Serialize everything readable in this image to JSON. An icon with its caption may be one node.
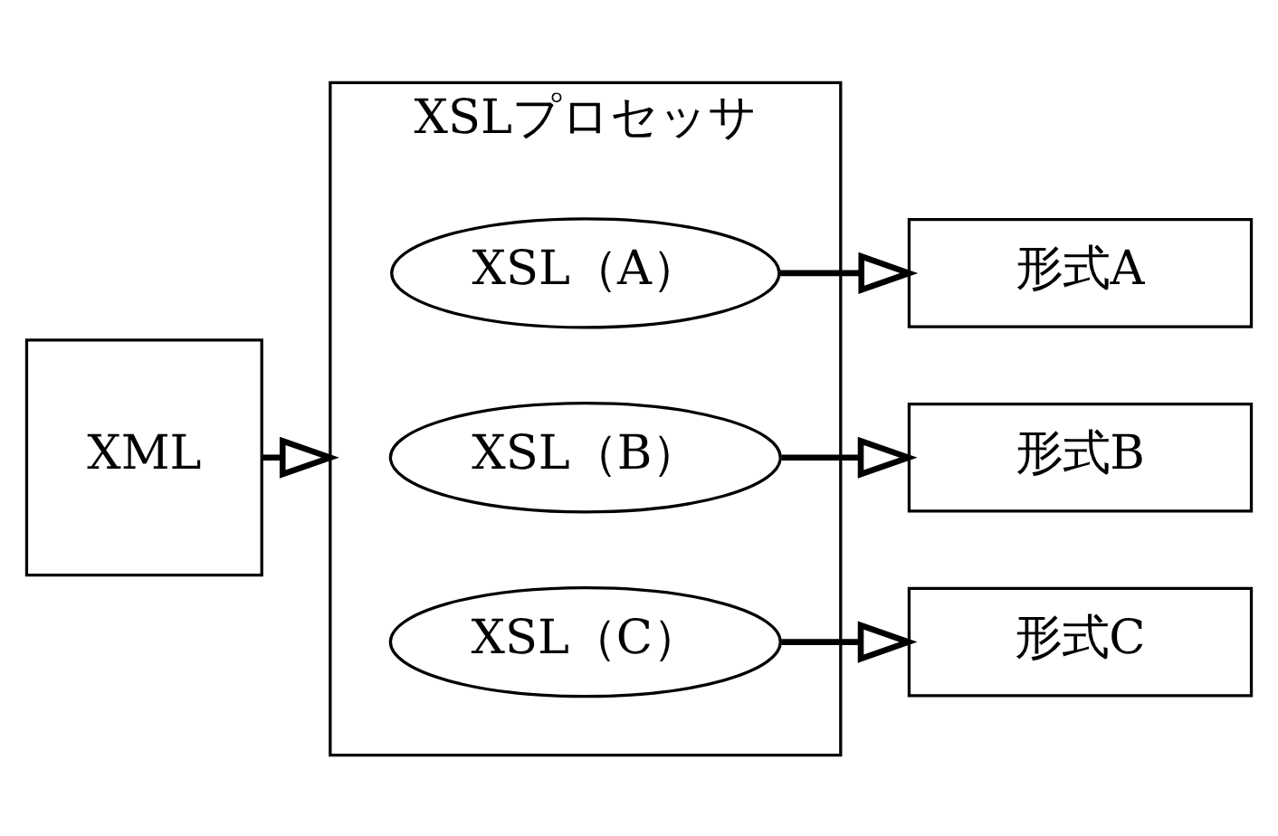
{
  "diagram": {
    "nodes": [
      {
        "text": [
          "XML"
        ]
      },
      {
        "text": [
          "XSLプロセッサ"
        ]
      },
      {
        "text": [
          "XSL（A）"
        ],
        "in": 1
      },
      {
        "text": [
          "XSL（B）"
        ],
        "in": 1
      },
      {
        "text": [
          "XSL（C）"
        ],
        "in": 1
      },
      {
        "text": [
          "形式A"
        ]
      },
      {
        "text": [
          "形式B"
        ]
      },
      {
        "text": [
          "形式C"
        ]
      }
    ],
    "edges": [
      {
        "from": 0,
        "to": 1,
        "arrow": "to"
      },
      {
        "from": 2,
        "to": 5,
        "arrow": "to"
      },
      {
        "from": 3,
        "to": 6,
        "arrow": "to"
      },
      {
        "from": 4,
        "to": 7,
        "arrow": "to"
      }
    ]
  }
}
